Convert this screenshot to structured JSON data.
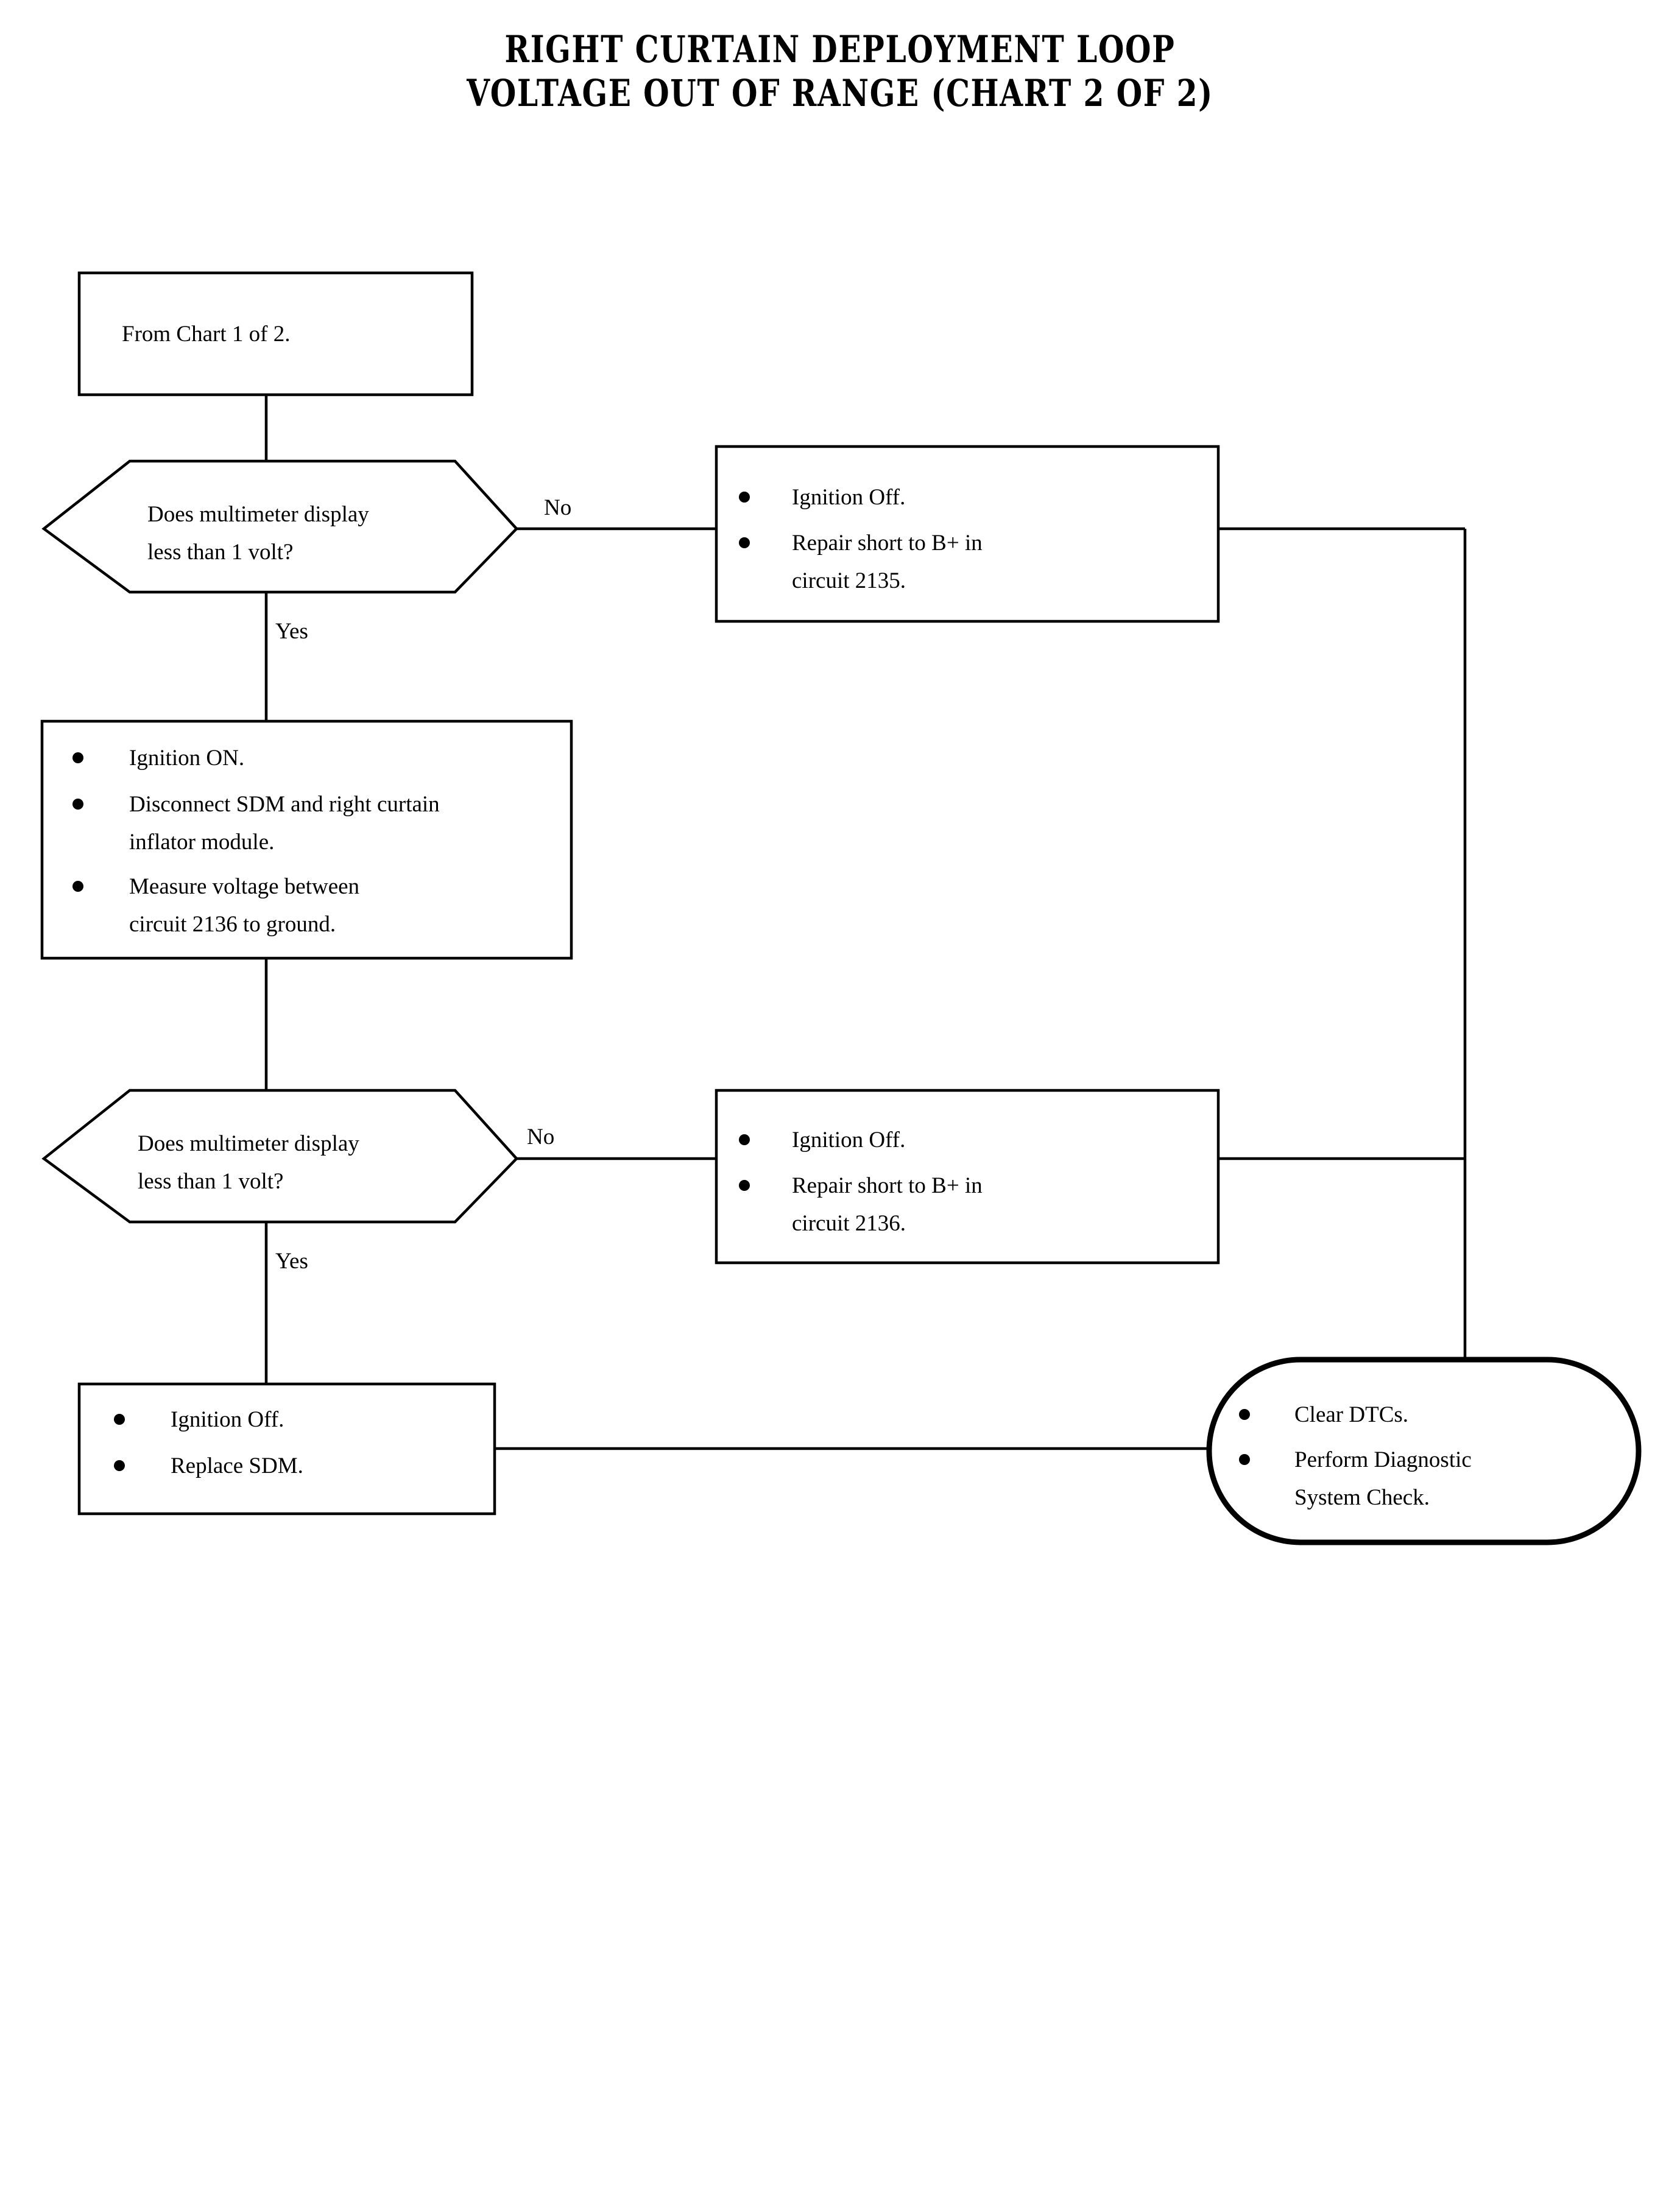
{
  "title": {
    "line1": "RIGHT CURTAIN DEPLOYMENT LOOP",
    "line2": "VOLTAGE OUT OF RANGE (CHART 2 OF 2)"
  },
  "chart_data": {
    "type": "diagram",
    "diagram_kind": "flowchart",
    "title": "RIGHT CURTAIN DEPLOYMENT LOOP VOLTAGE OUT OF RANGE (CHART 2 OF 2)",
    "nodes": [
      {
        "id": "start",
        "shape": "rectangle",
        "lines": [
          "From Chart 1 of 2."
        ],
        "bullets": false
      },
      {
        "id": "decision1",
        "shape": "hexagon",
        "lines": [
          "Does multimeter display",
          "less than 1 volt?"
        ],
        "bullets": false
      },
      {
        "id": "action1",
        "shape": "rectangle",
        "bullets": true,
        "items": [
          {
            "lines": [
              "Ignition Off."
            ]
          },
          {
            "lines": [
              "Repair short to B+ in",
              "circuit 2135."
            ]
          }
        ]
      },
      {
        "id": "action2",
        "shape": "rectangle",
        "bullets": true,
        "items": [
          {
            "lines": [
              "Ignition ON."
            ]
          },
          {
            "lines": [
              "Disconnect SDM and right curtain",
              " inflator module."
            ]
          },
          {
            "lines": [
              "Measure voltage between",
              "circuit 2136 to ground."
            ]
          }
        ]
      },
      {
        "id": "decision2",
        "shape": "hexagon",
        "lines": [
          "Does multimeter display",
          "less than 1 volt?"
        ],
        "bullets": false
      },
      {
        "id": "action3",
        "shape": "rectangle",
        "bullets": true,
        "items": [
          {
            "lines": [
              "Ignition Off."
            ]
          },
          {
            "lines": [
              "Repair short to B+ in",
              "circuit 2136."
            ]
          }
        ]
      },
      {
        "id": "action4",
        "shape": "rectangle",
        "bullets": true,
        "items": [
          {
            "lines": [
              "Ignition Off."
            ]
          },
          {
            "lines": [
              "Replace SDM."
            ]
          }
        ]
      },
      {
        "id": "terminator",
        "shape": "rounded-stadium",
        "bullets": true,
        "items": [
          {
            "lines": [
              "Clear DTCs."
            ]
          },
          {
            "lines": [
              "Perform Diagnostic",
              "System Check."
            ]
          }
        ]
      }
    ],
    "edges": [
      {
        "from": "start",
        "to": "decision1",
        "label": ""
      },
      {
        "from": "decision1",
        "to": "action1",
        "label": "No"
      },
      {
        "from": "decision1",
        "to": "action2",
        "label": "Yes"
      },
      {
        "from": "action2",
        "to": "decision2",
        "label": ""
      },
      {
        "from": "decision2",
        "to": "action3",
        "label": "No"
      },
      {
        "from": "decision2",
        "to": "action4",
        "label": "Yes"
      },
      {
        "from": "action1",
        "to": "terminator",
        "label": ""
      },
      {
        "from": "action3",
        "to": "terminator",
        "label": ""
      },
      {
        "from": "action4",
        "to": "terminator",
        "label": ""
      }
    ]
  },
  "nodes": {
    "start": {
      "line1": "From Chart 1 of 2."
    },
    "decision1": {
      "line1": "Does multimeter display",
      "line2": "less than 1 volt?"
    },
    "action1": {
      "b1l1": "Ignition Off.",
      "b2l1": "Repair short to B+ in",
      "b2l2": "circuit 2135."
    },
    "action2": {
      "b1l1": "Ignition ON.",
      "b2l1": "Disconnect SDM and right curtain",
      "b2l2": " inflator module.",
      "b3l1": "Measure voltage between",
      "b3l2": "circuit 2136 to ground."
    },
    "decision2": {
      "line1": "Does multimeter display",
      "line2": "less than 1 volt?"
    },
    "action3": {
      "b1l1": "Ignition Off.",
      "b2l1": "Repair short to B+ in",
      "b2l2": "circuit 2136."
    },
    "action4": {
      "b1l1": "Ignition Off.",
      "b2l1": "Replace SDM."
    },
    "terminator": {
      "b1l1": "Clear DTCs.",
      "b2l1": "Perform Diagnostic",
      "b2l2": "System Check."
    }
  },
  "edge_labels": {
    "no1": "No",
    "yes1": "Yes",
    "no2": "No",
    "yes2": "Yes"
  },
  "colors": {
    "ink": "#000000",
    "paper": "#ffffff"
  }
}
